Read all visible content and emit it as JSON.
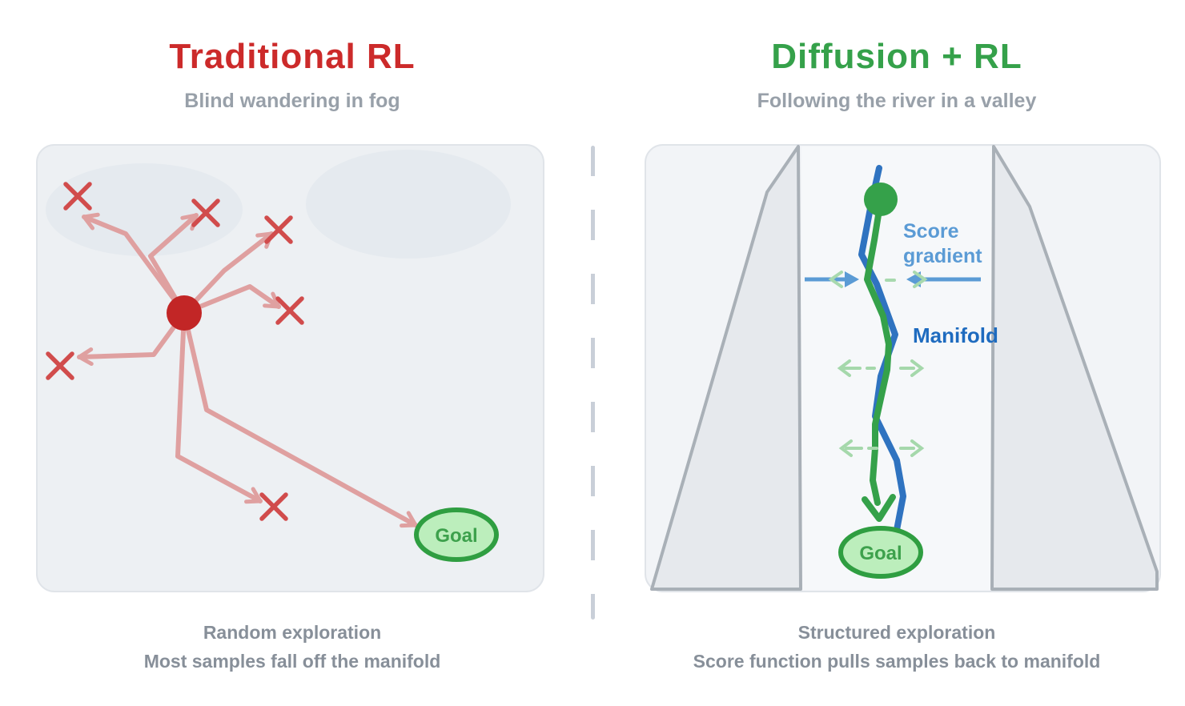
{
  "left": {
    "title": "Traditional RL",
    "subtitle": "Blind wandering in fog",
    "goal_label": "Goal",
    "caption_line1": "Random exploration",
    "caption_line2": "Most samples fall off the manifold"
  },
  "right": {
    "title": "Diffusion + RL",
    "subtitle": "Following the river in a valley",
    "score_label_line1": "Score",
    "score_label_line2": "gradient",
    "manifold_label": "Manifold",
    "goal_label": "Goal",
    "caption_line1": "Structured exploration",
    "caption_line2": "Score function pulls samples back to manifold"
  },
  "colors": {
    "traditional_red": "#cc2a2a",
    "diffusion_green": "#35a14a",
    "subtitle_gray": "#98a0a9",
    "caption_gray": "#878f99",
    "agent_red": "#c22626",
    "ray_pink": "#dfa0a0",
    "x_mark_red": "#d14c4c",
    "goal_fill": "#bceebc",
    "goal_border": "#2f9e41",
    "goal_text_green": "#3da14c",
    "manifold_line_blue": "#2f73c0",
    "trajectory_green": "#35a14a",
    "score_text_blue": "#5b9bd5",
    "manifold_label_blue": "#1e6bbf",
    "outward_arrow_green": "#a5d8ab",
    "panel_fill": "#edf0f3",
    "valley_wall_fill": "#e6e9ed",
    "divider_gray": "#c9cfd8"
  }
}
